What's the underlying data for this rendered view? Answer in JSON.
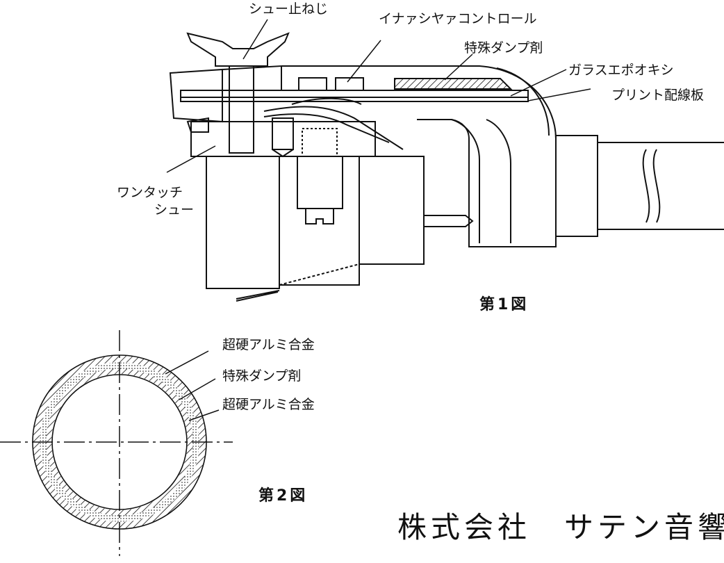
{
  "figure1": {
    "caption": "第1図",
    "labels": {
      "shoe_screw": "シュー止ねじ",
      "inertia_control": "イナァシヤァコントロール",
      "damping_agent": "特殊ダンプ剤",
      "glass_epoxy": "ガラスエポオキシ",
      "printed_board": "プリント配線板",
      "one_touch": "ワンタッチ",
      "shoe": "シュー"
    }
  },
  "figure2": {
    "caption": "第2図",
    "labels": {
      "outer_alloy": "超硬アルミ合金",
      "damping_agent": "特殊ダンプ剤",
      "inner_alloy": "超硬アルミ合金"
    }
  },
  "company": "株式会社　サテン音響"
}
